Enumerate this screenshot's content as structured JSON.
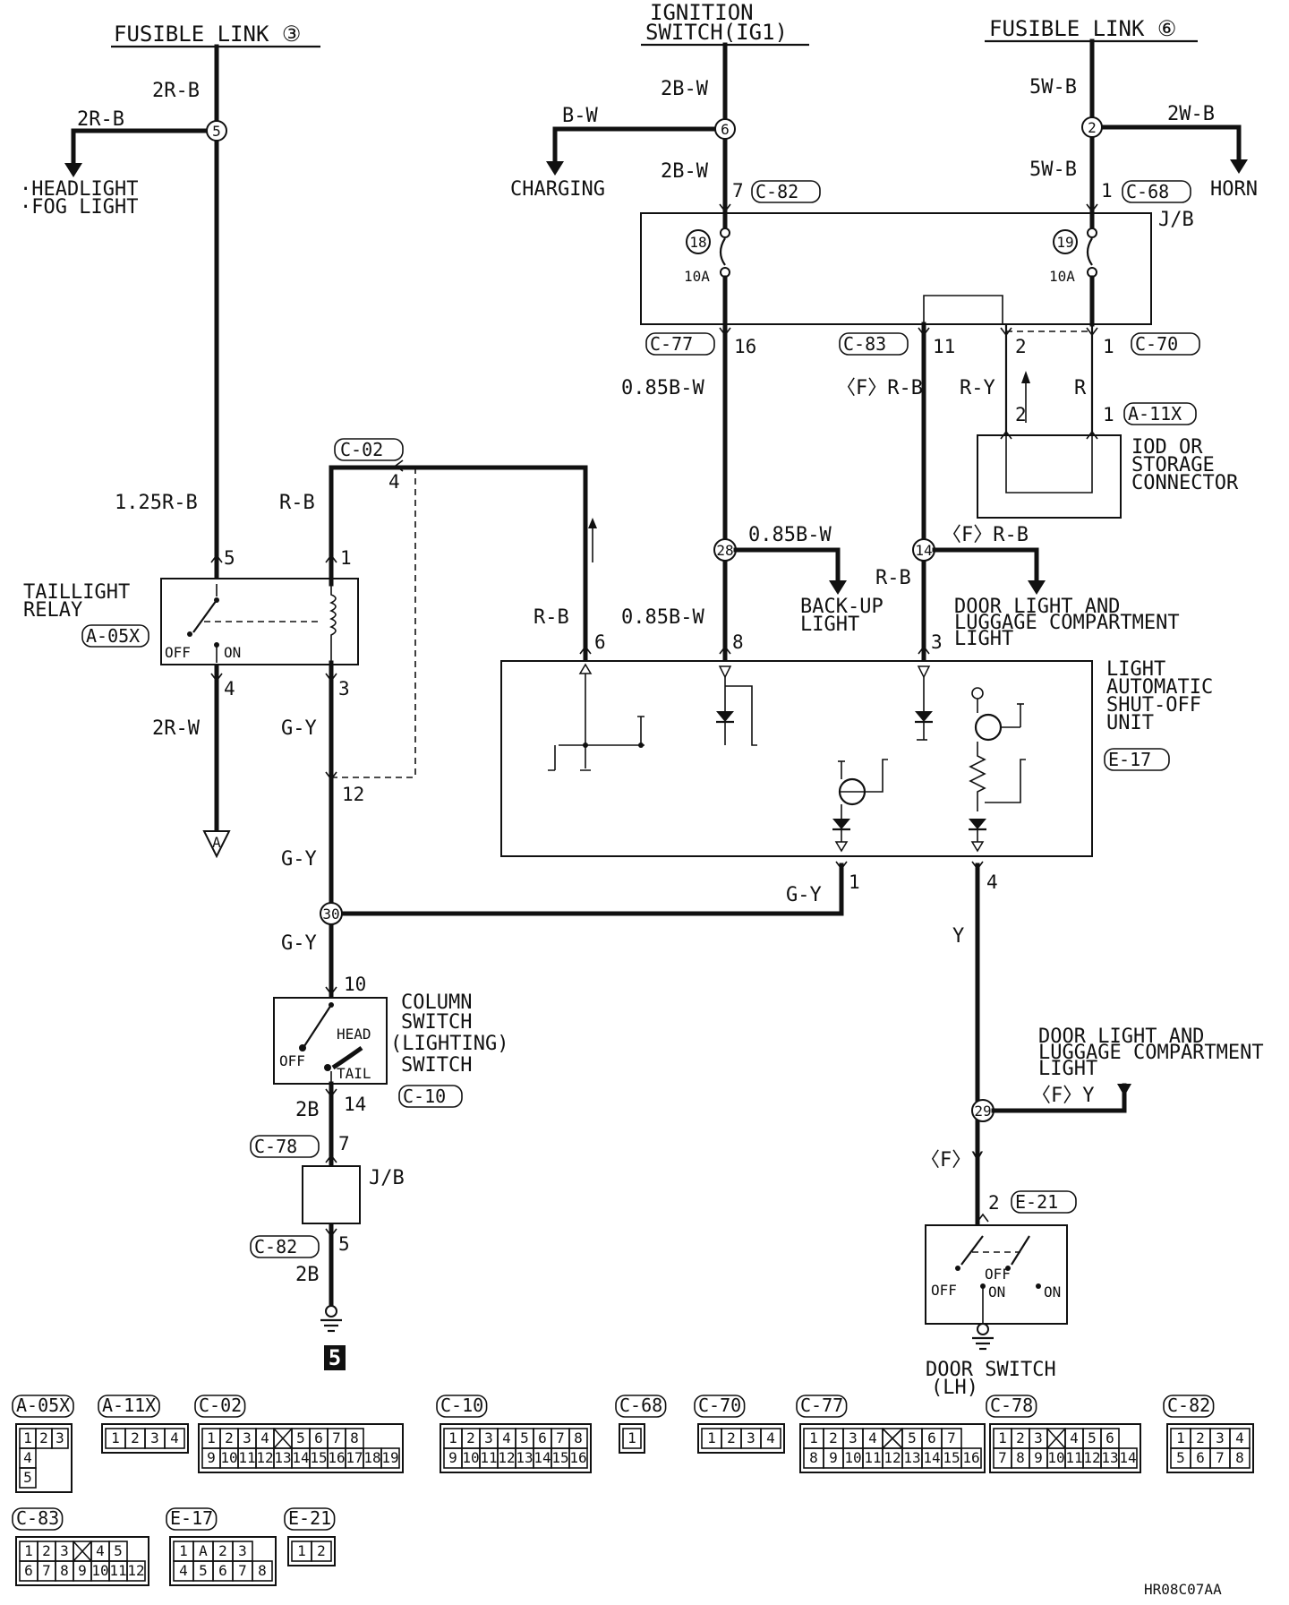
{
  "sources": {
    "fusible_link_3": "FUSIBLE LINK ③",
    "ignition_switch": [
      "IGNITION",
      "SWITCH(IG1)"
    ],
    "fusible_link_6": "FUSIBLE LINK ⑥"
  },
  "wires": {
    "w_2RB_top": "2R-B",
    "w_2RB_branch": "2R-B",
    "w_125RB": "1.25R-B",
    "w_2RW": "2R-W",
    "w_RB_relay": "R-B",
    "w_GY_a": "G-Y",
    "w_GY_b": "G-Y",
    "w_GY_c": "G-Y",
    "w_GY_d": "G-Y",
    "w_2B_a": "2B",
    "w_2B_b": "2B",
    "w_2BW_a": "2B-W",
    "w_BW": "B-W",
    "w_2BW_b": "2B-W",
    "w_5WB_a": "5W-B",
    "w_2WB": "2W-B",
    "w_5WB_b": "5W-B",
    "w_085BW_a": "0.85B-W",
    "w_085BW_b": "0.85B-W",
    "w_085BW_c": "0.85B-W",
    "w_FRB_a": "〈F〉R-B",
    "w_FRB_b": "〈F〉R-B",
    "w_RB_c": "R-B",
    "w_RB_6": "R-B",
    "w_RY": "R-Y",
    "w_R": "R",
    "w_Y": "Y",
    "w_FY_a": "〈F〉Y",
    "w_FY_b": "〈F〉Y"
  },
  "destinations": {
    "headlight": "·HEADLIGHT",
    "foglight": "·FOG LIGHT",
    "charging": "CHARGING",
    "horn": "HORN",
    "backup": [
      "BACK-UP",
      "LIGHT"
    ],
    "door_light_1": [
      "DOOR LIGHT AND",
      "LUGGAGE COMPARTMENT",
      "LIGHT"
    ],
    "door_light_2": [
      "DOOR LIGHT AND",
      "LUGGAGE COMPARTMENT",
      "LIGHT"
    ],
    "ground_ref_a": "A",
    "ground_ref_5": "5"
  },
  "components": {
    "taillight_relay": [
      "TAILLIGHT",
      "RELAY"
    ],
    "relay_off": "OFF",
    "relay_on": "ON",
    "jb": "J/B",
    "jb2": "J/B",
    "fuse18": "18",
    "fuse19": "19",
    "fuse18_rating": "10A",
    "fuse19_rating": "10A",
    "iod": [
      "IOD OR",
      "STORAGE",
      "CONNECTOR"
    ],
    "light_unit": [
      "LIGHT",
      "AUTOMATIC",
      "SHUT-OFF",
      "UNIT"
    ],
    "column_switch": [
      "COLUMN",
      "SWITCH",
      "(LIGHTING)",
      "SWITCH"
    ],
    "col_head": "HEAD",
    "col_off": "OFF",
    "col_tail": "TAIL",
    "door_switch": [
      "DOOR SWITCH",
      "(LH)"
    ],
    "ds_off1": "OFF",
    "ds_off2": "OFF",
    "ds_on1": "ON",
    "ds_on2": "ON"
  },
  "connector_ids": {
    "c82_top": "C-82",
    "c68": "C-68",
    "c77": "C-77",
    "c83": "C-83",
    "c70": "C-70",
    "a11x": "A-11X",
    "c02": "C-02",
    "a05x": "A-05X",
    "e17": "E-17",
    "c10": "C-10",
    "c78": "C-78",
    "c82_bot": "C-82",
    "e21": "E-21"
  },
  "junctions": {
    "j5": "5",
    "j6": "6",
    "j2": "2",
    "j28": "28",
    "j14": "14",
    "j30": "30",
    "j29": "29"
  },
  "pins": {
    "c82_7": "7",
    "c68_1": "1",
    "c77_16": "16",
    "c83_11": "11",
    "c70_2": "2",
    "c70_1": "1",
    "a11x_2": "2",
    "a11x_1": "1",
    "c02_4": "4",
    "relay_5": "5",
    "relay_1": "1",
    "relay_4": "4",
    "relay_3": "3",
    "e17_6": "6",
    "e17_8": "8",
    "e17_3": "3",
    "e17_1": "1",
    "e17_4": "4",
    "c02_12": "12",
    "c10_10": "10",
    "c10_14": "14",
    "c78_7": "7",
    "c82_5": "5",
    "e21_2": "2"
  },
  "connector_table": [
    {
      "id": "A-05X",
      "rows": [
        [
          "1",
          "2",
          "3"
        ],
        [
          "4"
        ],
        [
          "5"
        ]
      ]
    },
    {
      "id": "A-11X",
      "rows": [
        [
          "1",
          "2",
          "3",
          "4"
        ]
      ]
    },
    {
      "id": "C-02",
      "rows": [
        [
          "1",
          "2",
          "3",
          "4",
          "",
          "5",
          "6",
          "7",
          "8"
        ],
        [
          "9",
          "10",
          "11",
          "12",
          "13",
          "14",
          "15",
          "16",
          "17",
          "18",
          "19"
        ]
      ]
    },
    {
      "id": "C-10",
      "rows": [
        [
          "1",
          "2",
          "3",
          "4",
          "5",
          "6",
          "7",
          "8"
        ],
        [
          "9",
          "10",
          "11",
          "12",
          "13",
          "14",
          "15",
          "16"
        ]
      ]
    },
    {
      "id": "C-68",
      "rows": [
        [
          "1"
        ]
      ]
    },
    {
      "id": "C-70",
      "rows": [
        [
          "1",
          "2",
          "3",
          "4"
        ]
      ]
    },
    {
      "id": "C-77",
      "rows": [
        [
          "1",
          "2",
          "3",
          "4",
          "",
          "5",
          "6",
          "7"
        ],
        [
          "8",
          "9",
          "10",
          "11",
          "12",
          "13",
          "14",
          "15",
          "16"
        ]
      ]
    },
    {
      "id": "C-78",
      "rows": [
        [
          "1",
          "2",
          "3",
          "",
          "4",
          "5",
          "6"
        ],
        [
          "7",
          "8",
          "9",
          "10",
          "11",
          "12",
          "13",
          "14"
        ]
      ]
    },
    {
      "id": "C-82",
      "rows": [
        [
          "1",
          "2",
          "3",
          "4"
        ],
        [
          "5",
          "6",
          "7",
          "8"
        ]
      ]
    },
    {
      "id": "C-83",
      "rows": [
        [
          "1",
          "2",
          "3",
          "",
          "4",
          "5"
        ],
        [
          "6",
          "7",
          "8",
          "9",
          "10",
          "11",
          "12"
        ]
      ]
    },
    {
      "id": "E-17",
      "rows": [
        [
          "1",
          "A",
          "2",
          "3"
        ],
        [
          "4",
          "5",
          "6",
          "7",
          "8"
        ]
      ]
    },
    {
      "id": "E-21",
      "rows": [
        [
          "1",
          "2"
        ]
      ]
    }
  ],
  "figure_code": "HR08C07AA"
}
